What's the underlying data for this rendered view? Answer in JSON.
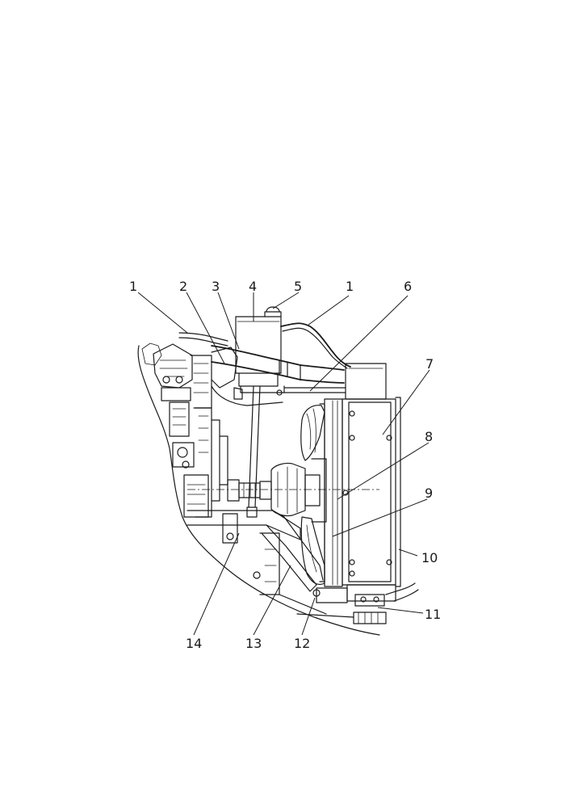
{
  "diagram": {
    "callouts": [
      {
        "id": "c1a",
        "label": "1"
      },
      {
        "id": "c2",
        "label": "2"
      },
      {
        "id": "c3",
        "label": "3"
      },
      {
        "id": "c4",
        "label": "4"
      },
      {
        "id": "c5",
        "label": "5"
      },
      {
        "id": "c1b",
        "label": "1"
      },
      {
        "id": "c6",
        "label": "6"
      },
      {
        "id": "c7",
        "label": "7"
      },
      {
        "id": "c8",
        "label": "8"
      },
      {
        "id": "c9",
        "label": "9"
      },
      {
        "id": "c10",
        "label": "10"
      },
      {
        "id": "c11",
        "label": "11"
      },
      {
        "id": "c12",
        "label": "12"
      },
      {
        "id": "c13",
        "label": "13"
      },
      {
        "id": "c14",
        "label": "14"
      }
    ]
  }
}
